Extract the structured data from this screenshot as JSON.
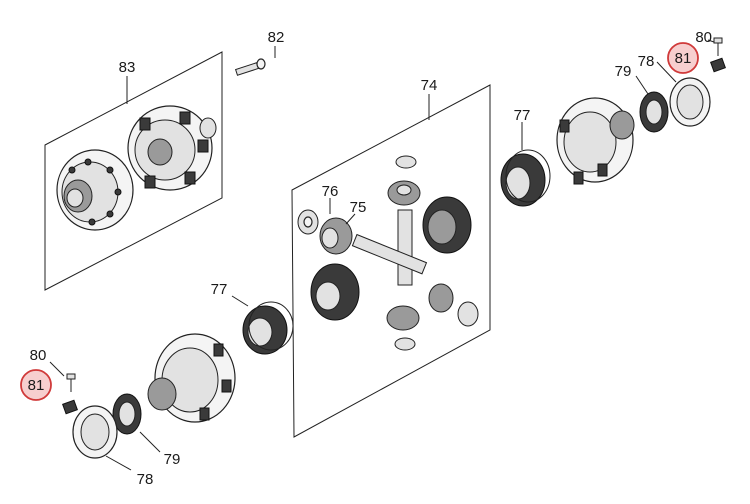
{
  "callouts": {
    "c83": "83",
    "c82": "82",
    "c74": "74",
    "c77_top": "77",
    "c76": "76",
    "c75": "75",
    "c80_top": "80",
    "c81_top": "81",
    "c78_top": "78",
    "c79_top": "79",
    "c77_mid": "77",
    "c80_bottom": "80",
    "c81_bottom": "81",
    "c79_bottom": "79",
    "c78_bottom": "78"
  },
  "colors": {
    "highlight_fill": "#f7cfcf",
    "highlight_stroke": "#d03a3a",
    "line": "#222222"
  }
}
